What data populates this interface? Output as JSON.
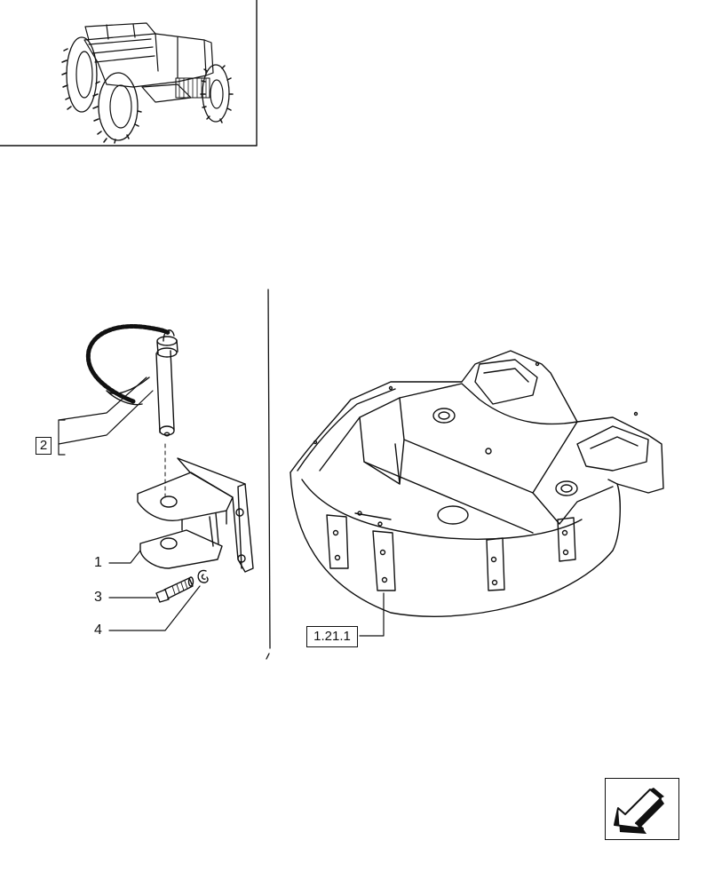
{
  "callouts": {
    "item_1": "1",
    "item_3": "3",
    "item_4": "4",
    "item_2_box": "2",
    "ref_box": "1.21.1"
  },
  "icons": {
    "thumbnail": "tractor-thumbnail-icon",
    "navigate": "previous-page-arrow-icon"
  },
  "colors": {
    "line": "#111111",
    "background": "#ffffff"
  }
}
